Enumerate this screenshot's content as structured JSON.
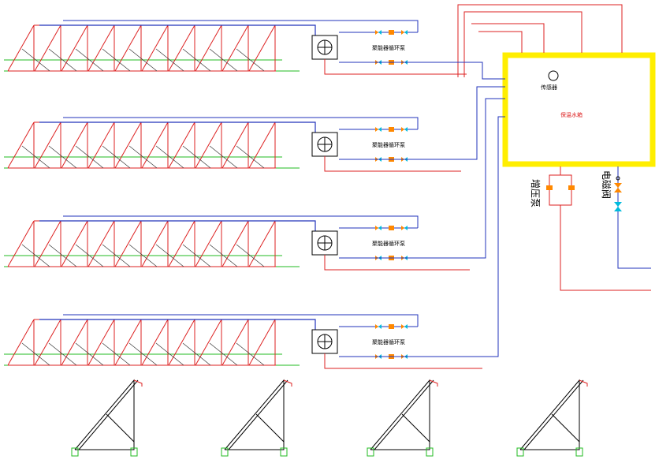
{
  "diagram": {
    "pump_label": "聚能器循环泵",
    "sensor_label": "传感器",
    "tank_label": "保温水箱",
    "booster_label": "增压泵",
    "valve_label": "电磁阀"
  },
  "colors": {
    "frame_red": "#dd2222",
    "pipe_blue": "#2233bb",
    "pipe_red": "#dd2222",
    "ground_green": "#22bb22",
    "tank_border": "#ffee00",
    "valve_orange": "#ff8800",
    "valve_cyan": "#00bbdd"
  }
}
